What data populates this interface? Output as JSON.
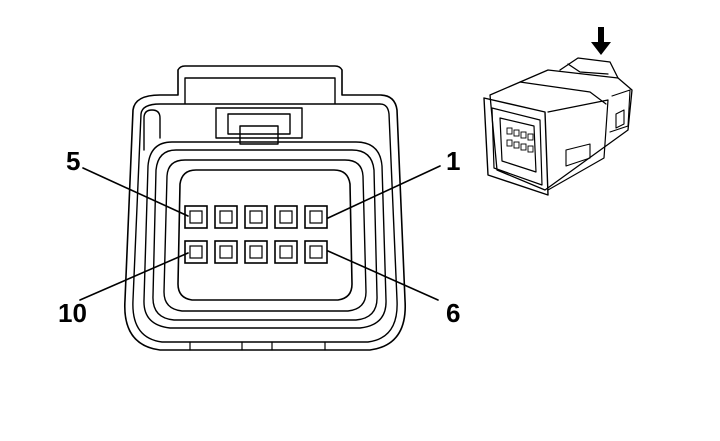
{
  "diagram": {
    "pin_labels": {
      "top_left": "5",
      "top_right": "1",
      "bottom_left": "10",
      "bottom_right": "6"
    },
    "cavity_rows": 2,
    "cavities_per_row": 5,
    "insertion_arrow_icon": "arrow-down-icon"
  }
}
